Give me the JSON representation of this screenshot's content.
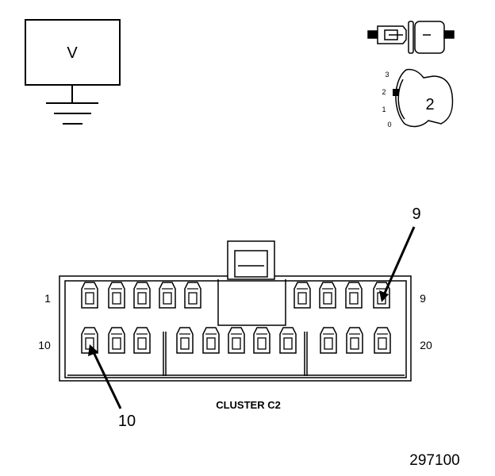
{
  "meter": {
    "symbol": "V"
  },
  "selector": {
    "positions": [
      "3",
      "2",
      "1",
      "0"
    ],
    "selected": "2",
    "step_label": "2"
  },
  "connector": {
    "caption": "CLUSTER C2",
    "row_labels": {
      "top_left": "1",
      "top_right": "9",
      "bottom_left": "10",
      "bottom_right": "20"
    },
    "callouts": {
      "upper": "9",
      "lower": "10"
    }
  },
  "figure_number": "297100"
}
